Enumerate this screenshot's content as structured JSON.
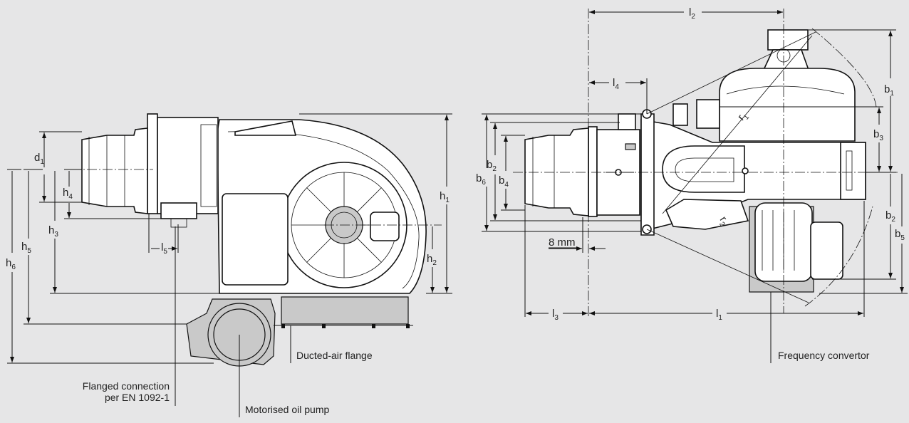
{
  "background": "#e6e6e7",
  "dimensions": {
    "d1": "d",
    "d1_sub": "1",
    "h1": "h",
    "h1_sub": "1",
    "h2": "h",
    "h2_sub": "2",
    "h3": "h",
    "h3_sub": "3",
    "h4": "h",
    "h4_sub": "4",
    "h5": "h",
    "h5_sub": "5",
    "h6": "h",
    "h6_sub": "6",
    "l5": "l",
    "l5_sub": "5",
    "l1": "l",
    "l1_sub": "1",
    "l2": "l",
    "l2_sub": "2",
    "l3": "l",
    "l3_sub": "3",
    "l4": "l",
    "l4_sub": "4",
    "b1": "b",
    "b1_sub": "1",
    "b2a": "b",
    "b2a_sub": "2",
    "b2b": "b",
    "b2b_sub": "2",
    "b3": "b",
    "b3_sub": "3",
    "b4": "b",
    "b4_sub": "4",
    "b5": "b",
    "b5_sub": "5",
    "b6": "b",
    "b6_sub": "6",
    "r1": "r",
    "r1_sub": "1",
    "r2": "r",
    "r2_sub": "2",
    "gap": "8 mm"
  },
  "labels": {
    "flange_line1": "Flanged connection",
    "flange_line2": "per EN 1092-1",
    "oil_pump": "Motorised oil pump",
    "ducted_air": "Ducted-air flange",
    "freq_conv": "Frequency convertor"
  }
}
